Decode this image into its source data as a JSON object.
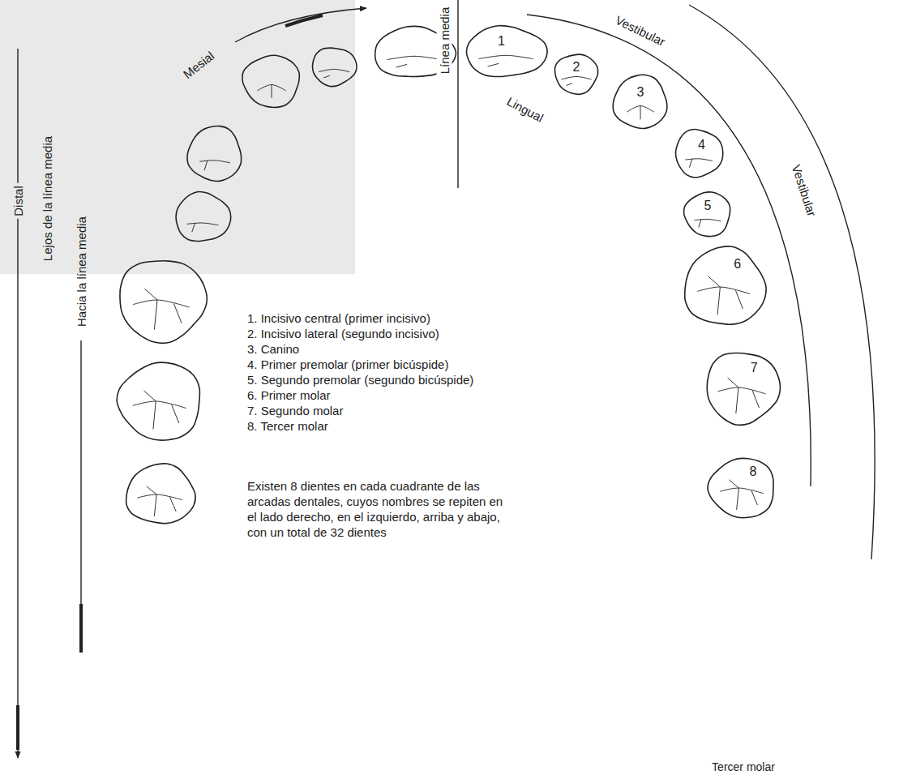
{
  "diagram": {
    "nodes": [
      {
        "text": [
          "1"
        ]
      },
      {
        "text": [
          "2"
        ]
      },
      {
        "text": [
          "3"
        ]
      },
      {
        "text": [
          "4"
        ]
      },
      {
        "text": [
          "5"
        ]
      },
      {
        "text": [
          "6"
        ]
      },
      {
        "text": [
          "7"
        ]
      },
      {
        "text": [
          "8"
        ]
      }
    ],
    "labels": [
      "Línea media",
      "Mesial",
      "Vestibular",
      "Lingual",
      "Vestibular",
      "Distal",
      "Lejos de la línea media",
      "Hacia la línea media",
      "1. Incisivo central (primer incisivo)",
      "2. Incisivo lateral (segundo incisivo)",
      "3. Canino",
      "4. Primer premolar (primer bicúspide)",
      "5. Segundo premolar (segundo bicúspide)",
      "6. Primer molar",
      "7. Segundo molar",
      "8. Tercer molar",
      "Existen 8 dientes en cada cuadrante de las arcadas dentales, cuyos nombres se repiten en el lado derecho, en el izquierdo, arriba y abajo, con un total de 32 dientes",
      "Tercer molar"
    ]
  }
}
